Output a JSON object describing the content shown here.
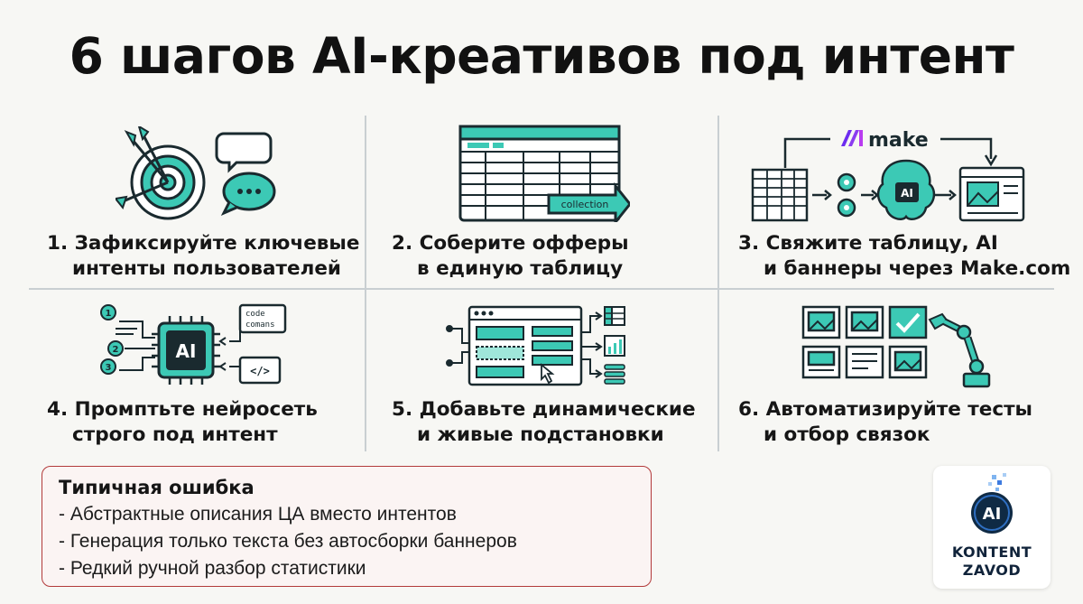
{
  "title": "6 шагов AI-креативов под интент",
  "steps": [
    {
      "num": "1.",
      "line1": "Зафиксируйте ключевые",
      "line2": "интенты пользователей"
    },
    {
      "num": "2.",
      "line1": "Соберите офферы",
      "line2": "в единую таблицу"
    },
    {
      "num": "3.",
      "line1": "Свяжите таблицу, AI",
      "line2": "и баннеры через Make.com"
    },
    {
      "num": "4.",
      "line1": "Промптьте нейросеть",
      "line2": "строго под интент"
    },
    {
      "num": "5.",
      "line1": "Добавьте динамические",
      "line2": "и живые подстановки"
    },
    {
      "num": "6.",
      "line1": "Автоматизируйте тесты",
      "line2": "и отбор связок"
    }
  ],
  "illustrations": {
    "collection_label": "collection",
    "make_label": "make",
    "ai_label": "AI",
    "code_label_1": "code",
    "code_label_2": "comans",
    "code_tag": "</>",
    "num_1": "1",
    "num_2": "2",
    "num_3": "3"
  },
  "error": {
    "title": "Типичная ошибка",
    "items": [
      "- Абстрактные описания ЦА вместо интентов",
      "- Генерация только текста без автосборки баннеров",
      "- Редкий ручной разбор статистики"
    ]
  },
  "logo": {
    "ai": "AI",
    "line1": "KONTENT",
    "line2": "ZAVOD"
  },
  "colors": {
    "teal": "#3cc9b5",
    "dark": "#1a2a2f",
    "error_border": "#b23a3a",
    "make_purple": "#6d2cf0"
  }
}
